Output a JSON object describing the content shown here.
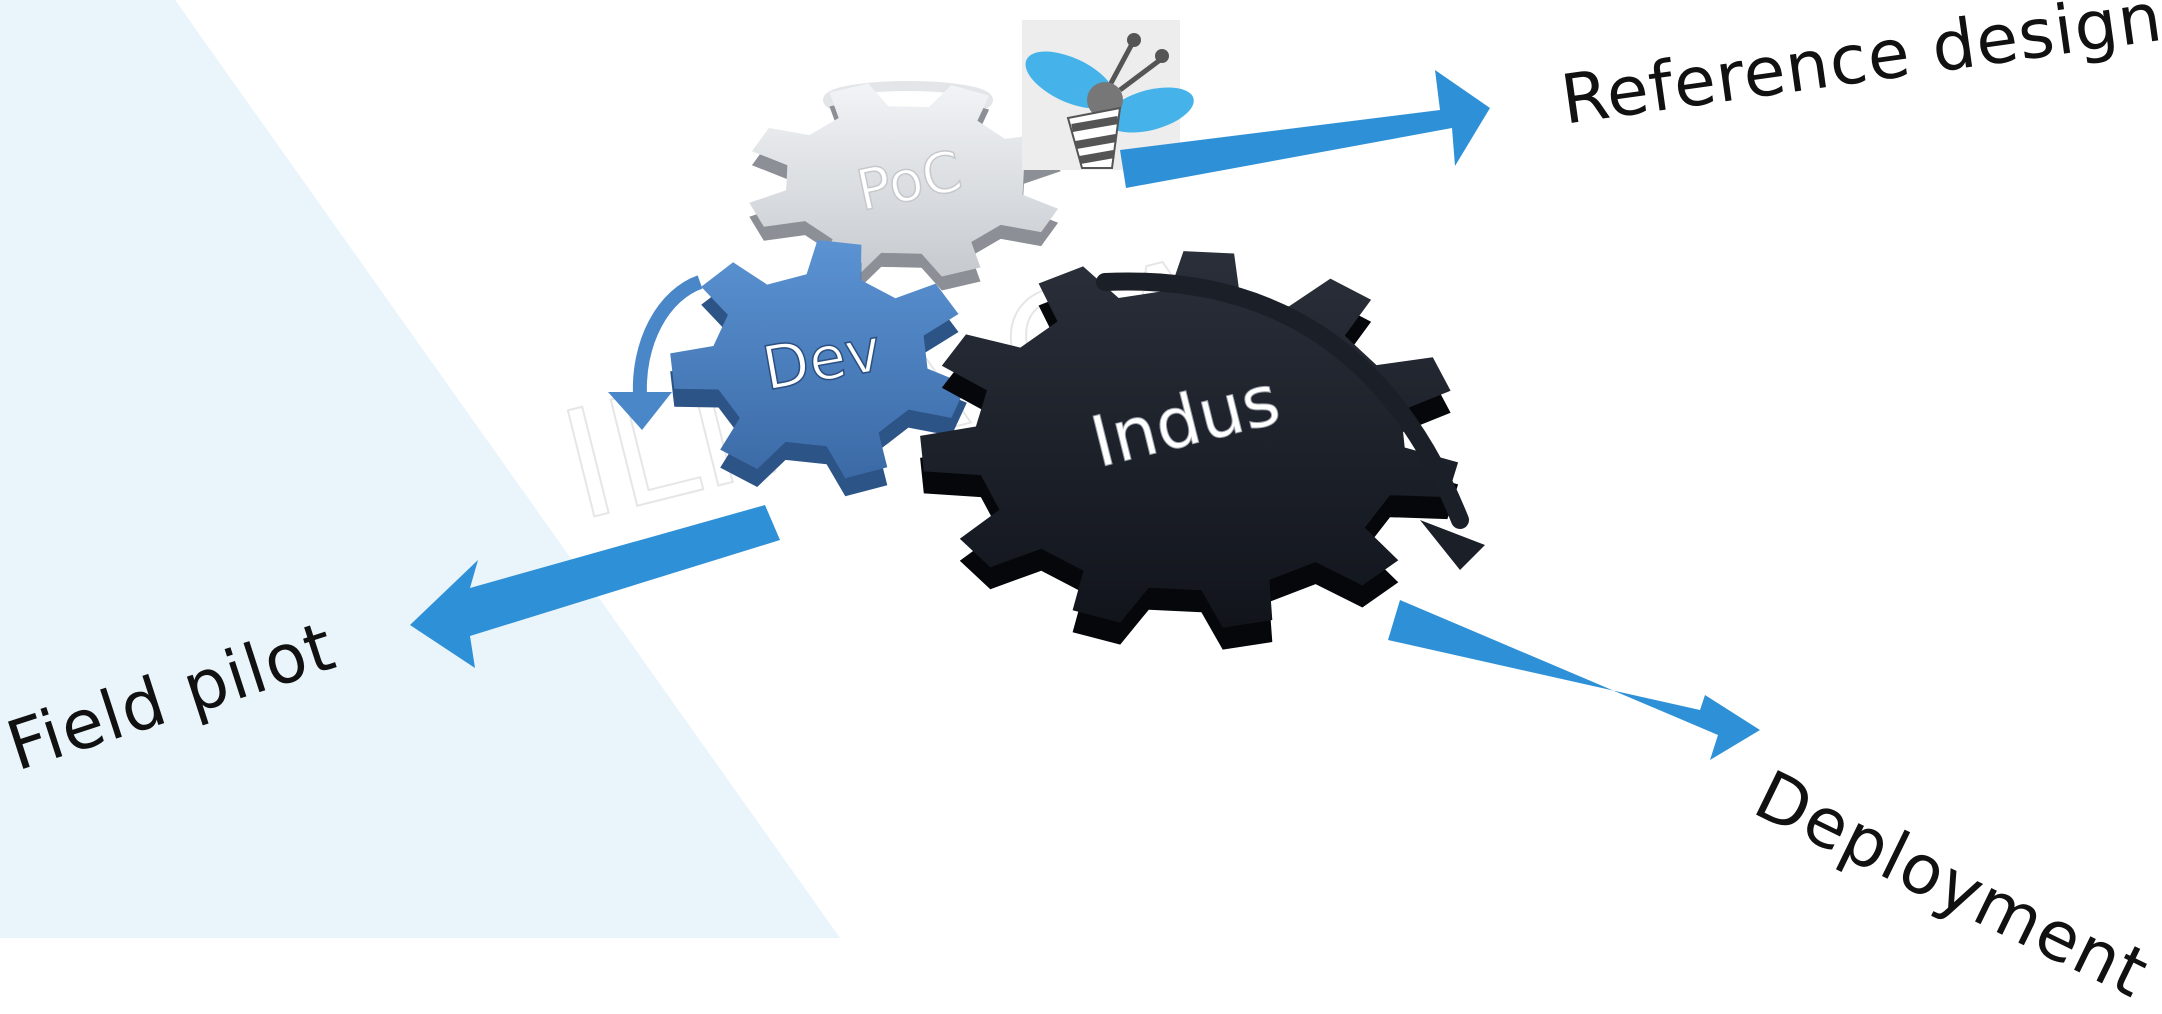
{
  "diagram": {
    "gears": {
      "poc": "PoC",
      "dev": "Dev",
      "indus": "Indus"
    },
    "outcomes": {
      "reference_design": "Reference design",
      "field_pilot": "Field pilot",
      "deployment": "Deployment"
    },
    "watermark": "ILIMA GA"
  },
  "colors": {
    "background_panel": "#e9f4fb",
    "arrow_blue": "#2e90d6",
    "poc_gear": "#d9dcdf",
    "dev_gear": "#4a7fbf",
    "indus_gear": "#1b1f28",
    "text": "#111111"
  },
  "icons": [
    "bee-logo-icon",
    "rotation-arrow-icon"
  ]
}
